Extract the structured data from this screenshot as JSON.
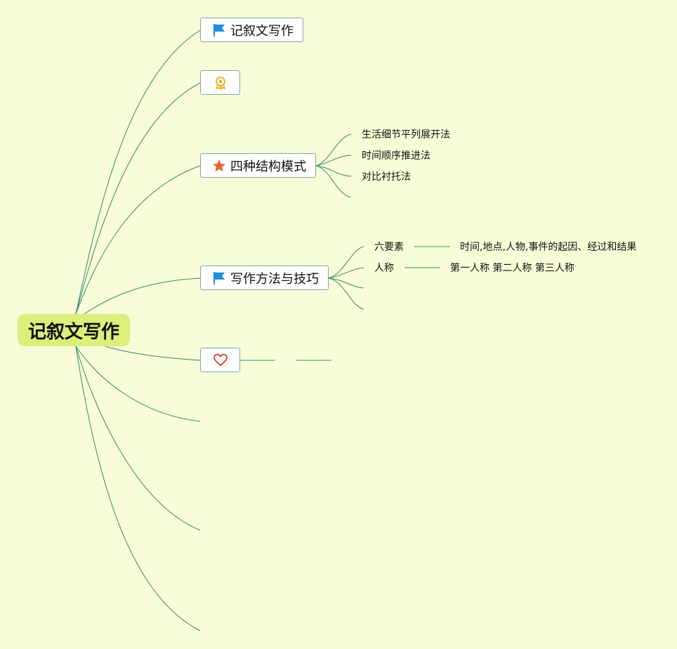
{
  "central": {
    "label": "记叙文写作"
  },
  "topics": {
    "t1": {
      "label": "记叙文写作",
      "icon": "blue-flag-icon"
    },
    "t2": {
      "label": "",
      "icon": "award-ribbon-icon"
    },
    "t3": {
      "label": "四种结构模式",
      "icon": "orange-star-icon"
    },
    "t4": {
      "label": "写作方法与技巧",
      "icon": "blue-flag-icon"
    },
    "t5": {
      "label": "",
      "icon": "red-heart-icon"
    }
  },
  "structure_modes": [
    "生活细节平列展开法",
    "时间顺序推进法",
    "对比衬托法"
  ],
  "methods": {
    "six_elements": {
      "label": "六要素",
      "detail": "时间,地点,人物,事件的起因、经过和结果"
    },
    "person": {
      "label": "人称",
      "detail": "第一人称 第二人称 第三人称"
    }
  },
  "colors": {
    "background": "#f9fdd7",
    "central_fill": "#dcef7a",
    "line": "#2f8a6b",
    "topic_border": "#7ea9a0",
    "flag_blue": "#1a8fe0",
    "star_orange": "#e8622b",
    "heart_red": "#d63a2f",
    "award_gold": "#e7b52c"
  }
}
